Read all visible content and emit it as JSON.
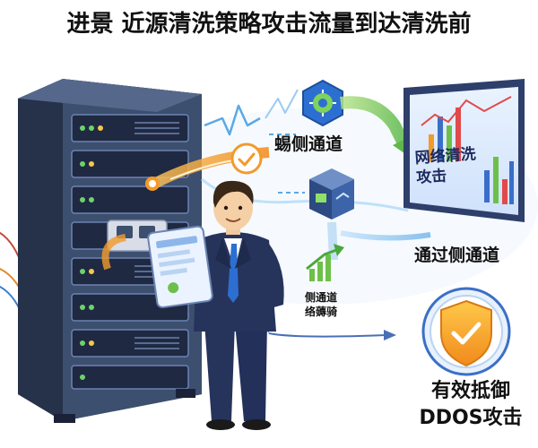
{
  "title": "进景 近源清洗策略攻击流量到达清洗前",
  "labels": {
    "side_channel_top": "蜴侧通道",
    "side_channel_right": "通过侧通道",
    "small_note_line1": "侧通道",
    "small_note_line2": "络薅骑",
    "defend_line1": "有效抵御",
    "defend_line2": "DDOS攻击"
  },
  "monitor": {
    "line1": "网络清洗",
    "line2": "攻击"
  },
  "icons": [
    "server-rack-icon",
    "shield-check-icon",
    "line-chart-icon",
    "monitor-icon",
    "network-node-icon",
    "cube-node-icon",
    "person-icon",
    "tablet-icon",
    "check-circle-icon"
  ],
  "colors": {
    "server_body": "#3d4f6e",
    "server_dark": "#2a3550",
    "flow_orange": "#f39a2b",
    "flow_green": "#6cc04a",
    "flow_blue": "#5aa8e6",
    "shield_orange": "#f5a623",
    "suit_navy": "#26345c"
  }
}
